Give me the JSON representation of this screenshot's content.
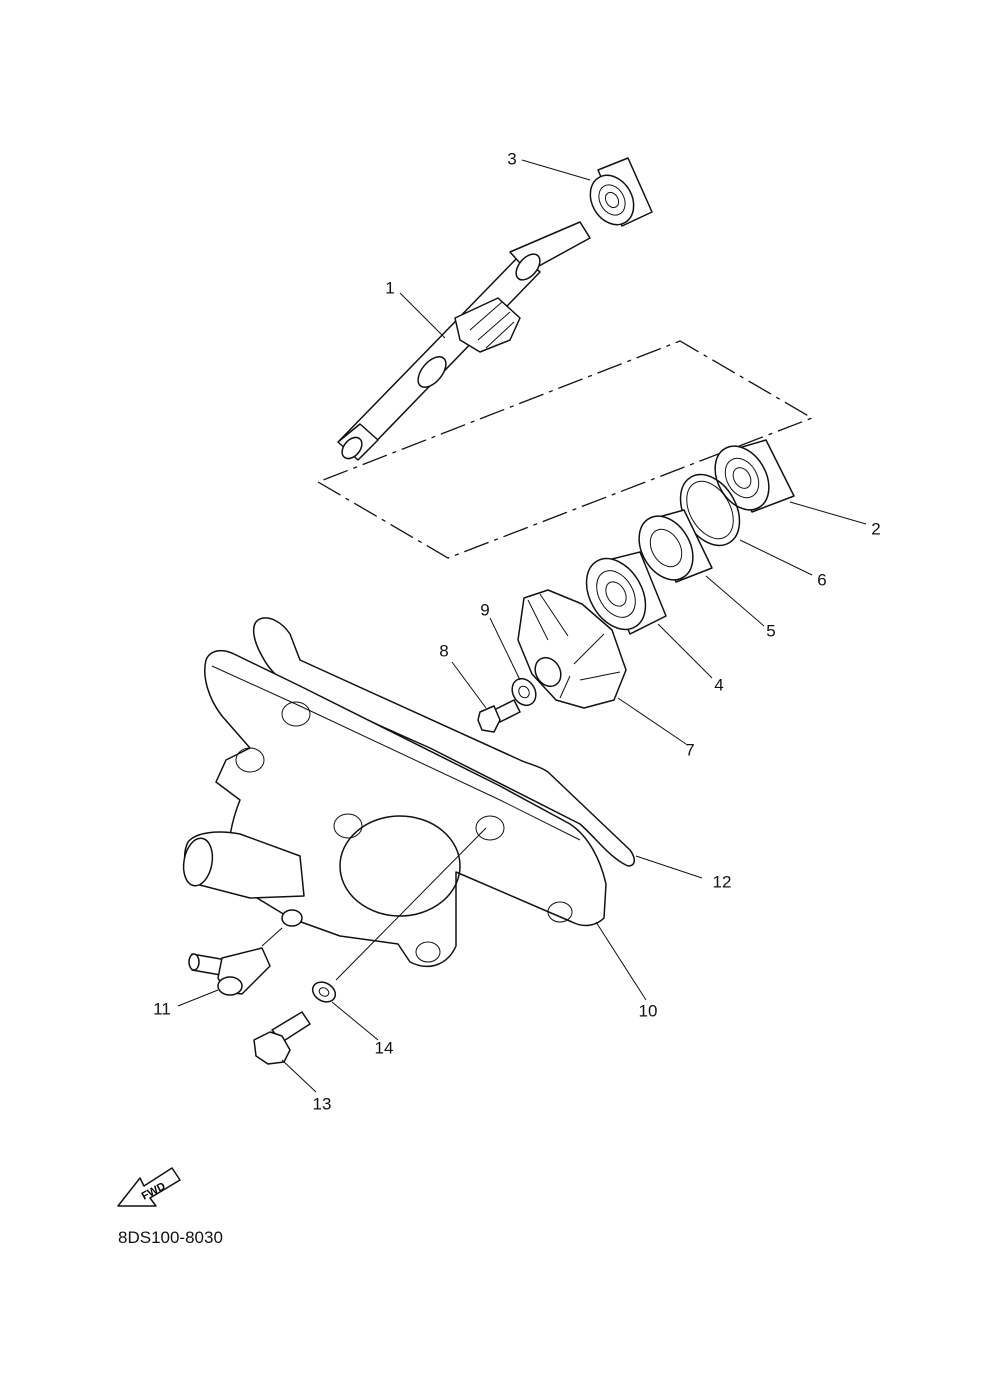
{
  "callouts": [
    {
      "id": "1",
      "text": "1"
    },
    {
      "id": "2",
      "text": "2"
    },
    {
      "id": "3",
      "text": "3"
    },
    {
      "id": "4",
      "text": "4"
    },
    {
      "id": "5",
      "text": "5"
    },
    {
      "id": "6",
      "text": "6"
    },
    {
      "id": "7",
      "text": "7"
    },
    {
      "id": "8",
      "text": "8"
    },
    {
      "id": "9",
      "text": "9"
    },
    {
      "id": "10",
      "text": "10"
    },
    {
      "id": "11",
      "text": "11"
    },
    {
      "id": "12",
      "text": "12"
    },
    {
      "id": "13",
      "text": "13"
    },
    {
      "id": "14",
      "text": "14"
    }
  ],
  "fwd_label": "FWD",
  "diagram_code": "8DS100-8030"
}
